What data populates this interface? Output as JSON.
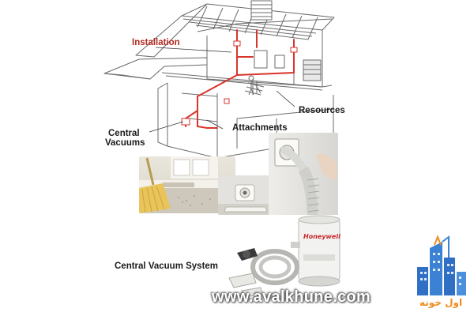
{
  "diagram": {
    "labels": {
      "installation": "Installation",
      "resources": "Resources",
      "attachments": "Attachments",
      "central_vacuums_line1": "Central",
      "central_vacuums_line2": "Vacuums",
      "central_vacuum_system": "Central Vacuum System"
    },
    "unit_brand": "Honeywell",
    "watermark_url": "www.avalkhune.com",
    "logo_text": "اول خونه"
  },
  "colors": {
    "outline": "#6b6b6b",
    "pipe": "#d9342b",
    "label_red": "#b22a22",
    "logo_blue": "#2f6fc4",
    "logo_orange": "#f08a1d"
  }
}
